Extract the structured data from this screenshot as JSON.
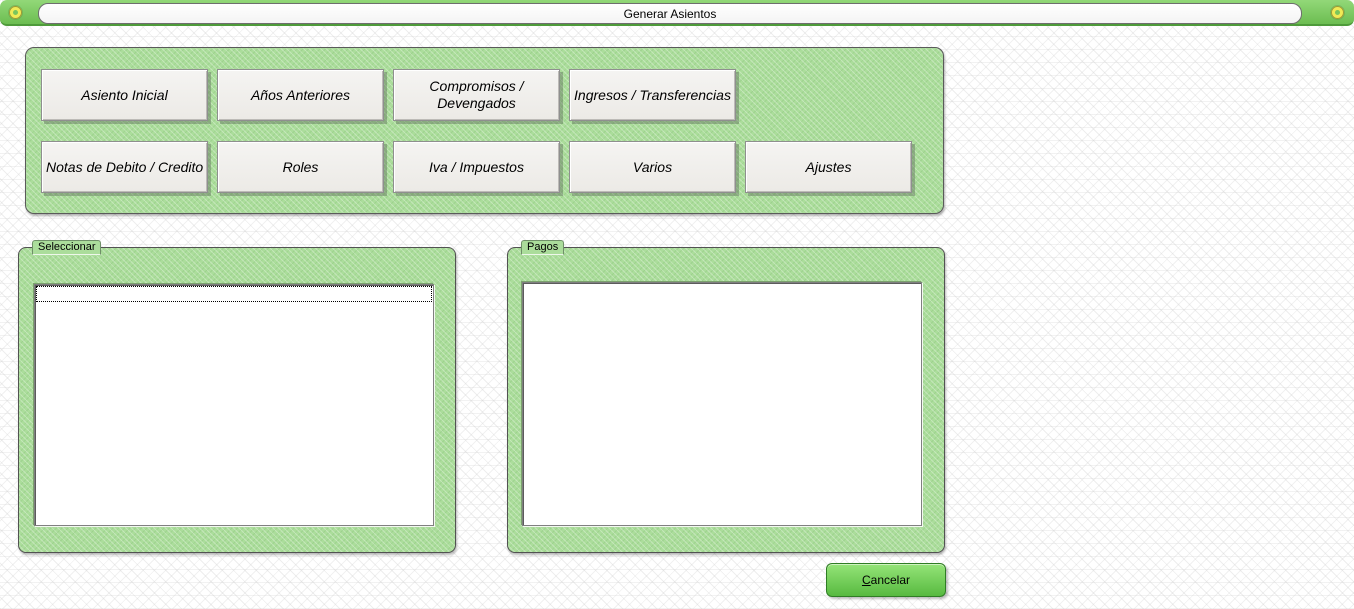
{
  "window": {
    "title": "Generar Asientos"
  },
  "titlebar": {
    "left_icon": "circle-ring-icon",
    "right_icon": "circle-ring-icon"
  },
  "panel": {
    "rows": [
      {
        "buttons": [
          {
            "label": "Asiento Inicial"
          },
          {
            "label": "Años Anteriores"
          },
          {
            "label": "Compromisos / Devengados"
          },
          {
            "label": "Ingresos / Transferencias"
          }
        ]
      },
      {
        "buttons": [
          {
            "label": "Notas de Debito / Credito"
          },
          {
            "label": "Roles"
          },
          {
            "label": "Iva / Impuestos"
          },
          {
            "label": "Varios"
          },
          {
            "label": "Ajustes"
          }
        ]
      }
    ]
  },
  "frames": {
    "seleccionar": {
      "label": "Seleccionar",
      "list_items": []
    },
    "pagos": {
      "label": "Pagos",
      "list_items": []
    }
  },
  "footer": {
    "cancel": {
      "accel": "C",
      "rest": "ancelar",
      "label": "Cancelar"
    }
  },
  "colors": {
    "titlebar_green": "#6cbd51",
    "panel_green": "#abdd9b",
    "button_face": "#f1f0ee",
    "cancel_green": "#6fd054",
    "circle_button_yellow": "#f0ea56"
  }
}
